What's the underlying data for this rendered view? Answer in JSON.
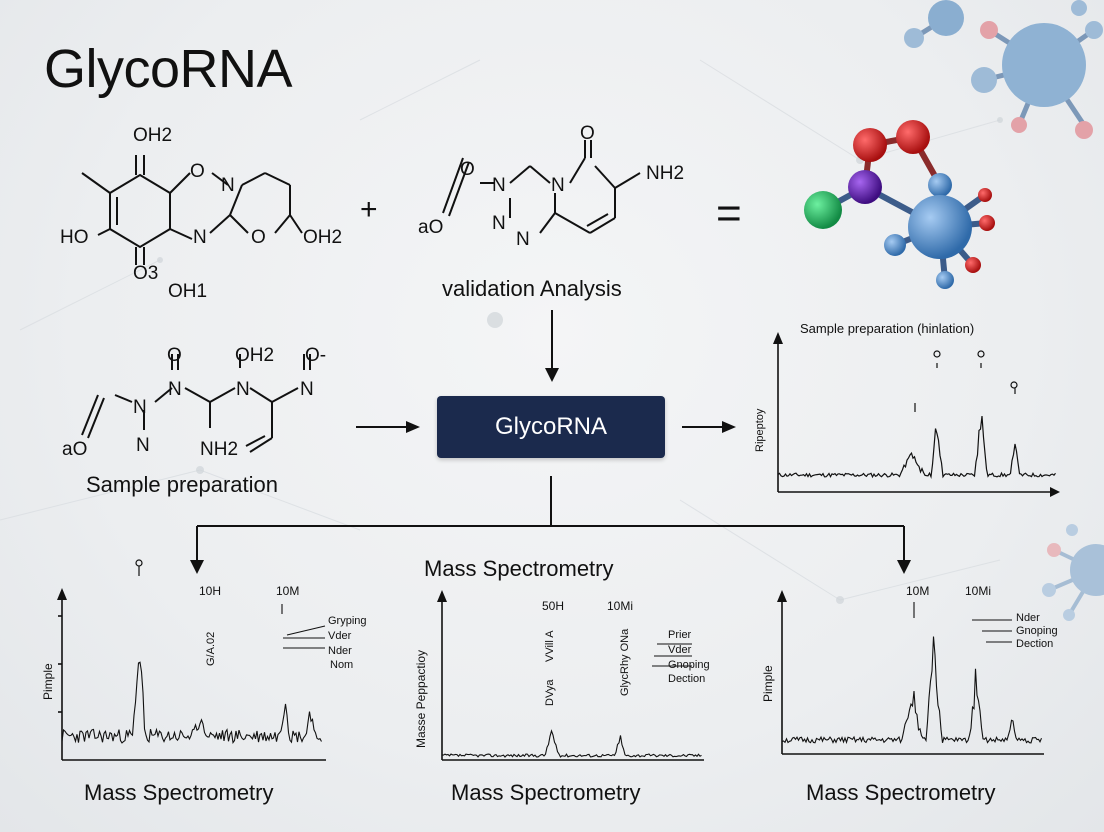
{
  "title": "GlycoRNA",
  "plus_sign": "+",
  "equals_sign": "=",
  "top_molecule_left": {
    "labels": [
      "OH2",
      "HO",
      "OH2",
      "O3",
      "OH1",
      "O",
      "N",
      "N",
      "O"
    ]
  },
  "top_molecule_middle": {
    "labels": [
      "O",
      "O",
      "NH2",
      "aO",
      "N",
      "N",
      "N",
      "N"
    ]
  },
  "left_molecule": {
    "labels": [
      "O",
      "OH2",
      "O-",
      "aO",
      "N",
      "N",
      "N",
      "N",
      "N",
      "NH2"
    ]
  },
  "captions": {
    "validation": "validation Analysis",
    "sample_prep": "Sample preparation",
    "mass_spec_center": "Mass Spectrometry",
    "bottom_left": "Mass Spectrometry",
    "bottom_middle": "Mass Spectrometry",
    "bottom_right": "Mass Spectrometry"
  },
  "center_box": "GlycoRNA",
  "spectrum_top_right": {
    "title": "Sample preparation (hinlation)",
    "ylabel": "Ripeptoy"
  },
  "spectrum_bottom_left": {
    "ylabel": "Pimple",
    "peak_labels": [
      "10H",
      "10M",
      "G/A.02"
    ],
    "annotations": [
      "Gryping",
      "Vder",
      "Nder",
      "Nom"
    ]
  },
  "spectrum_bottom_middle": {
    "ylabel": "Masse Peppactioy",
    "peak_labels": [
      "50H",
      "10Mi",
      "DVya",
      "VVill A",
      "GlycRhy ONa"
    ],
    "annotations": [
      "Prier",
      "Vder",
      "Gnoping",
      "Dection"
    ]
  },
  "spectrum_bottom_right": {
    "ylabel": "Pimple",
    "peak_labels": [
      "10M",
      "10Mi"
    ],
    "annotations": [
      "Nder",
      "Gnoping",
      "Dection"
    ]
  },
  "colors": {
    "box_bg": "#1b2a4d",
    "atom_red": "#d01c1c",
    "atom_green": "#1fb35a",
    "atom_purple": "#5a1aa6",
    "atom_blue": "#4a87c9",
    "ink": "#111111"
  }
}
